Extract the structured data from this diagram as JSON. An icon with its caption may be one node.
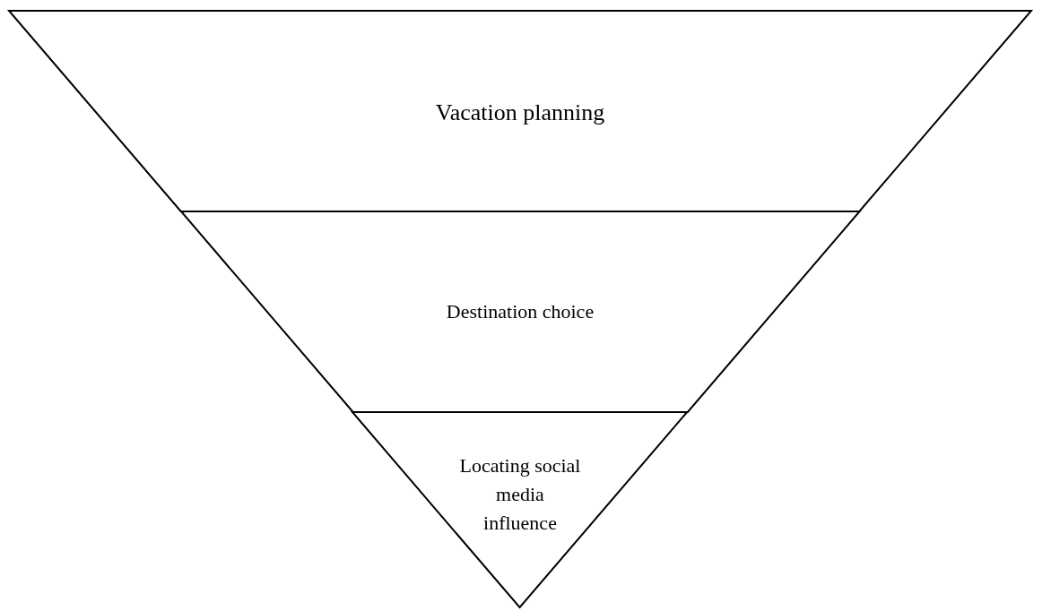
{
  "diagram": {
    "nodes": [
      {
        "text": [
          "Vacation planning"
        ]
      },
      {
        "text": [
          "Destination choice"
        ]
      },
      {
        "text": [
          "Locating social media influence"
        ]
      }
    ]
  }
}
